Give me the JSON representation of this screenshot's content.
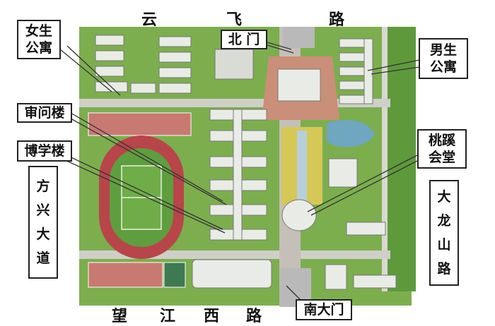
{
  "roads": {
    "top": [
      "云",
      "飞",
      "路"
    ],
    "bottom": [
      "望",
      "江",
      "西",
      "路"
    ],
    "left": [
      "方",
      "兴",
      "大",
      "道"
    ],
    "right": [
      "大",
      "龙",
      "山",
      "路"
    ]
  },
  "callouts": {
    "female_dorm": [
      "女生",
      "公寓"
    ],
    "male_dorm": [
      "男生",
      "公寓"
    ],
    "north_gate": "北 门",
    "south_gate": "南大门",
    "shenwen": "审问楼",
    "boxue": "博学楼",
    "taoxi": [
      "桃蹊",
      "会堂"
    ]
  },
  "colors": {
    "grass": "#7cae4e",
    "plaza": "#c98f78",
    "track": "#b8454a",
    "building": "#e9ece6",
    "road": "#b9b9b9"
  }
}
